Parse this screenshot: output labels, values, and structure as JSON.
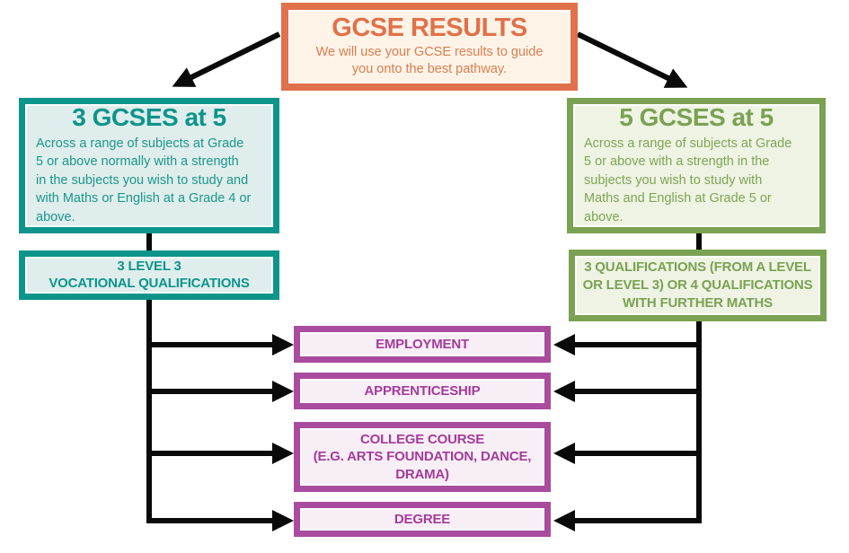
{
  "diagram": {
    "title_box": {
      "title": "GCSE RESULTS",
      "body": "We will use your GCSE results to guide\nyou onto the best pathway."
    },
    "left_branch": {
      "pathway": {
        "title": "3 GCSES at 5",
        "body": "Across a range of subjects at Grade\n5 or above normally with a strength\nin the subjects you wish to study and\nwith Maths or English at a Grade 4 or\nabove."
      },
      "qualifications": {
        "label": "3 LEVEL 3\nVOCATIONAL QUALIFICATIONS"
      }
    },
    "right_branch": {
      "pathway": {
        "title": "5 GCSES at 5",
        "body": "Across a range of subjects at Grade\n5 or above with a strength in the\nsubjects you wish to study with\nMaths and English at Grade 5 or\nabove."
      },
      "qualifications": {
        "label": "3  QUALIFICATIONS (FROM A LEVEL\nOR LEVEL 3) OR 4 QUALIFICATIONS\nWITH FURTHER MATHS"
      }
    },
    "outcomes": [
      {
        "label": "EMPLOYMENT"
      },
      {
        "label": "APPRENTICESHIP"
      },
      {
        "label": "COLLEGE COURSE\n(E.G. ARTS FOUNDATION, DANCE,\nDRAMA)"
      },
      {
        "label": "DEGREE"
      }
    ],
    "colors": {
      "orange": "#E0714A",
      "orange_fill": "#FDF3E7",
      "teal": "#0D948B",
      "teal_fill": "#DFEEEC",
      "green": "#7BA153",
      "green_fill": "#EEF3E3",
      "magenta": "#A94C9F",
      "magenta_fill": "#F7EEF6",
      "arrow": "#0A0A0A"
    }
  }
}
